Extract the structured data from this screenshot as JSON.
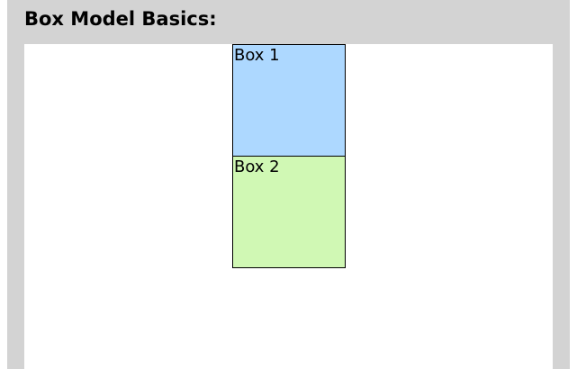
{
  "page": {
    "heading": "Box Model Basics:"
  },
  "boxes": [
    {
      "label": "Box 1",
      "color": "#add8ff"
    },
    {
      "label": "Box 2",
      "color": "#d0f8b4"
    }
  ],
  "colors": {
    "frame": "#d3d3d3",
    "content": "#ffffff",
    "border": "#000000"
  }
}
